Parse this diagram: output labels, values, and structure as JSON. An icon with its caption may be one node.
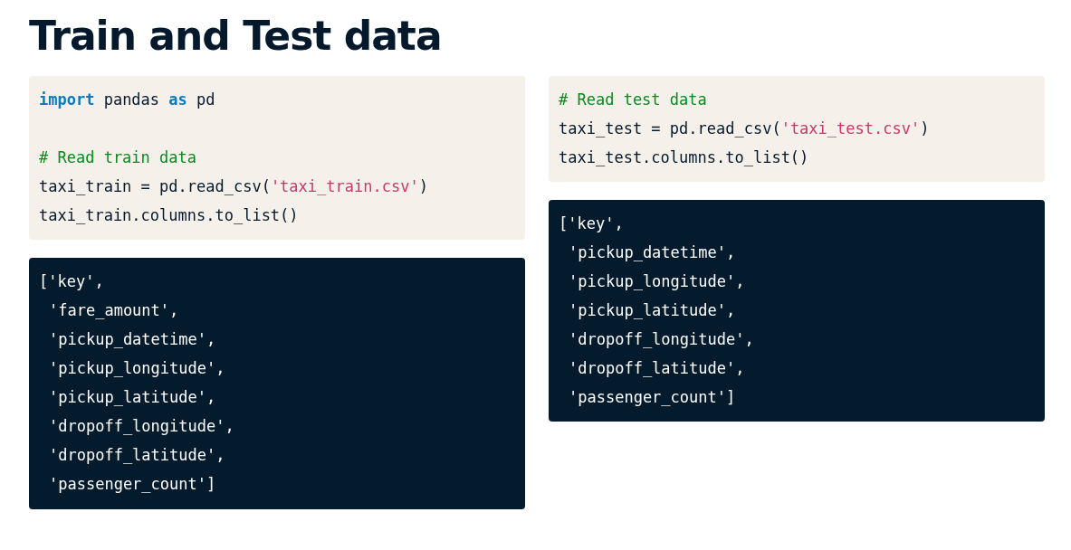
{
  "diagram": {
    "title": "Train and Test data",
    "nodes": [
      {
        "text": [
          "**import** pandas **as** pd",
          "# Read train data",
          "taxi_train = pd.read_csv('taxi_train.csv')",
          "taxi_train.columns.to_list()"
        ]
      },
      {
        "text": [
          "['key',",
          "'fare_amount',",
          "'pickup_datetime',",
          "'pickup_longitude',",
          "'pickup_latitude',",
          "'dropoff_longitude',",
          "'dropoff_latitude',",
          "'passenger_count']"
        ]
      },
      {
        "text": [
          "# Read test data",
          "taxi_test = pd.read_csv('taxi_test.csv')",
          "taxi_test.columns.to_list()"
        ]
      },
      {
        "text": [
          "['key',",
          "'pickup_datetime',",
          "'pickup_longitude',",
          "'pickup_latitude',",
          "'dropoff_longitude',",
          "'dropoff_latitude',",
          "'passenger_count']"
        ]
      }
    ]
  }
}
